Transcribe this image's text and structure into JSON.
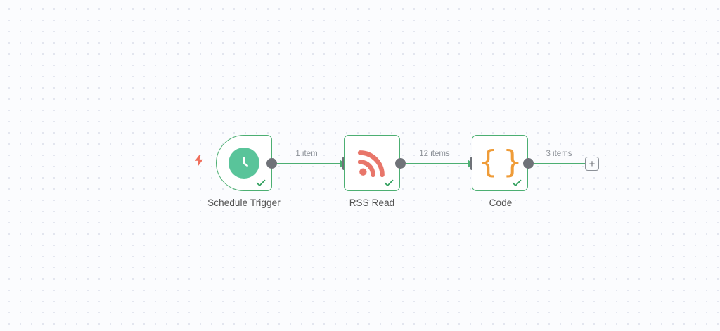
{
  "canvas": {
    "background_color": "#fbfcfe",
    "grid_dot_color": "#e3e6ef"
  },
  "colors": {
    "node_border_green": "#4caf72",
    "connection_green": "#4caf72",
    "check_green": "#2e9e5b",
    "clock_badge_green": "#59c49a",
    "rss_salmon": "#e8766a",
    "code_orange": "#ef9c38",
    "bolt_salmon": "#ef6f5c",
    "connector_gray": "#6f7278",
    "label_gray": "#525252",
    "wire_label_gray": "#8b9097"
  },
  "workflow": {
    "nodes": [
      {
        "id": "schedule-trigger",
        "label": "Schedule Trigger",
        "icon": "clock-icon",
        "shape": "trigger",
        "status": "success",
        "status_icon": "check-icon"
      },
      {
        "id": "rss-read",
        "label": "RSS Read",
        "icon": "rss-icon",
        "shape": "rectangle",
        "status": "success",
        "status_icon": "check-icon"
      },
      {
        "id": "code",
        "label": "Code",
        "icon": "curly-braces-icon",
        "shape": "rectangle",
        "status": "success",
        "status_icon": "check-icon"
      }
    ],
    "connections": [
      {
        "from": "schedule-trigger",
        "to": "rss-read",
        "label": "1 item"
      },
      {
        "from": "rss-read",
        "to": "code",
        "label": "12 items"
      },
      {
        "from": "code",
        "to": "add-node",
        "label": "3 items"
      }
    ],
    "trigger_badge_icon": "lightning-bolt-icon",
    "add_node_button_label": "+"
  }
}
